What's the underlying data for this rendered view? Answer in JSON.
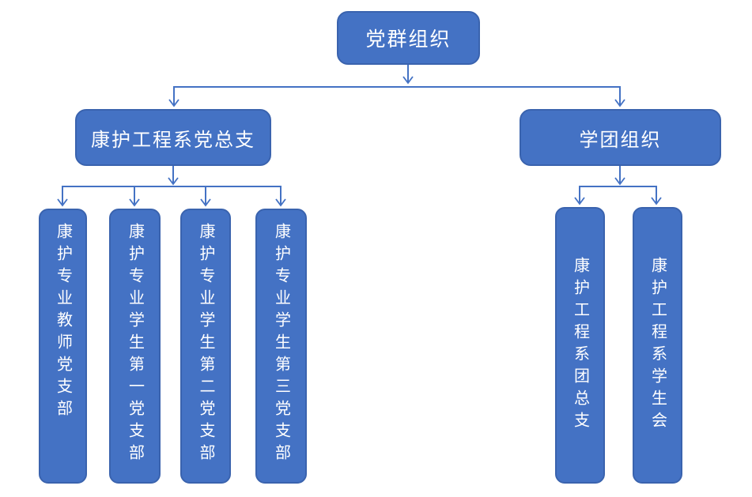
{
  "org": {
    "root": {
      "label": "党群组织"
    },
    "branches": [
      {
        "label": "康护工程系党总支",
        "children": [
          "康护专业教师党支部",
          "康护专业学生第一党支部",
          "康护专业学生第二党支部",
          "康护专业学生第三党支部"
        ]
      },
      {
        "label": "学团组织",
        "children": [
          "康护工程系团总支",
          "康护工程系学生会"
        ]
      }
    ]
  },
  "colors": {
    "box_fill": "#4472C4",
    "box_border": "#3A63AE",
    "connector_line": "#4472C4",
    "text": "#FFFFFF",
    "background": "#FFFFFF"
  }
}
